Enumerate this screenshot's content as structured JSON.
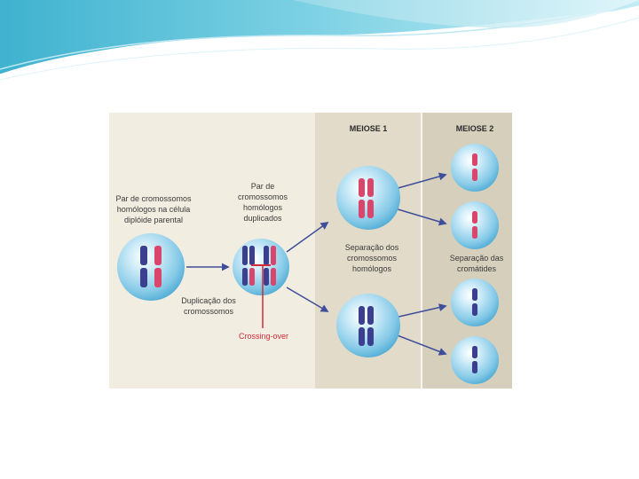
{
  "diagram": {
    "headers": {
      "meiose1": "MEIOSE 1",
      "meiose2": "MEIOSE 2"
    },
    "labels": {
      "parental": [
        "Par de cromossomos",
        "homólogos na célula",
        "diplóide parental"
      ],
      "duplicated": [
        "Par de",
        "cromossomos",
        "homólogos",
        "duplicados"
      ],
      "duplication": [
        "Duplicação dos",
        "cromossomos"
      ],
      "crossing": "Crossing-over",
      "separation_homologs": [
        "Separação dos",
        "cromossomos",
        "homólogos"
      ],
      "separation_chromatids": [
        "Separação das",
        "cromátides"
      ]
    },
    "colors": {
      "panel_bg": "#f1ede1",
      "meiosis1_bg": "#e2dbc9",
      "meiosis2_bg": "#d6cfbc",
      "cell_fill": "#7fc7e6",
      "chromosome_blue": "#3c3f8f",
      "chromosome_pink": "#d9456b",
      "arrow": "#3f4e9a",
      "crossing_line": "#d12a3a",
      "header_swoosh": "#5fc4da"
    }
  }
}
